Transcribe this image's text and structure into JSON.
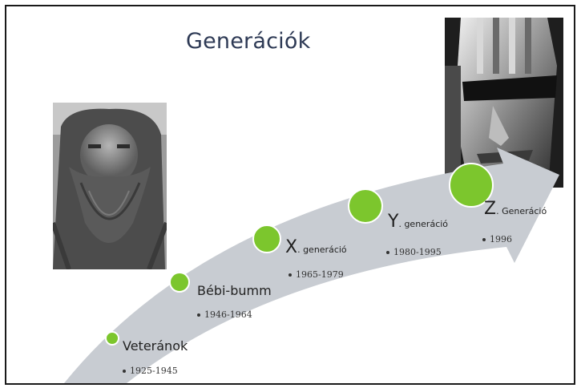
{
  "title": "Generációk",
  "generations": [
    {
      "name": "Veteránok",
      "years": "1925-1945"
    },
    {
      "name": "Bébi-bumm",
      "years": "1946-1964"
    },
    {
      "letter": "X",
      "suffix": ". generáció",
      "years": "1965-1979"
    },
    {
      "letter": "Y",
      "suffix": ". generáció",
      "years": "1980-1995"
    },
    {
      "letter": "Z",
      "suffix": ". Generáció",
      "years": "1996"
    }
  ],
  "colors": {
    "circle": "#7cc62d",
    "arrow": "#c8ccd2",
    "title": "#2e3a55"
  },
  "images": {
    "left": "bearded-man-photo",
    "right": "robot-mask-face-photo"
  }
}
